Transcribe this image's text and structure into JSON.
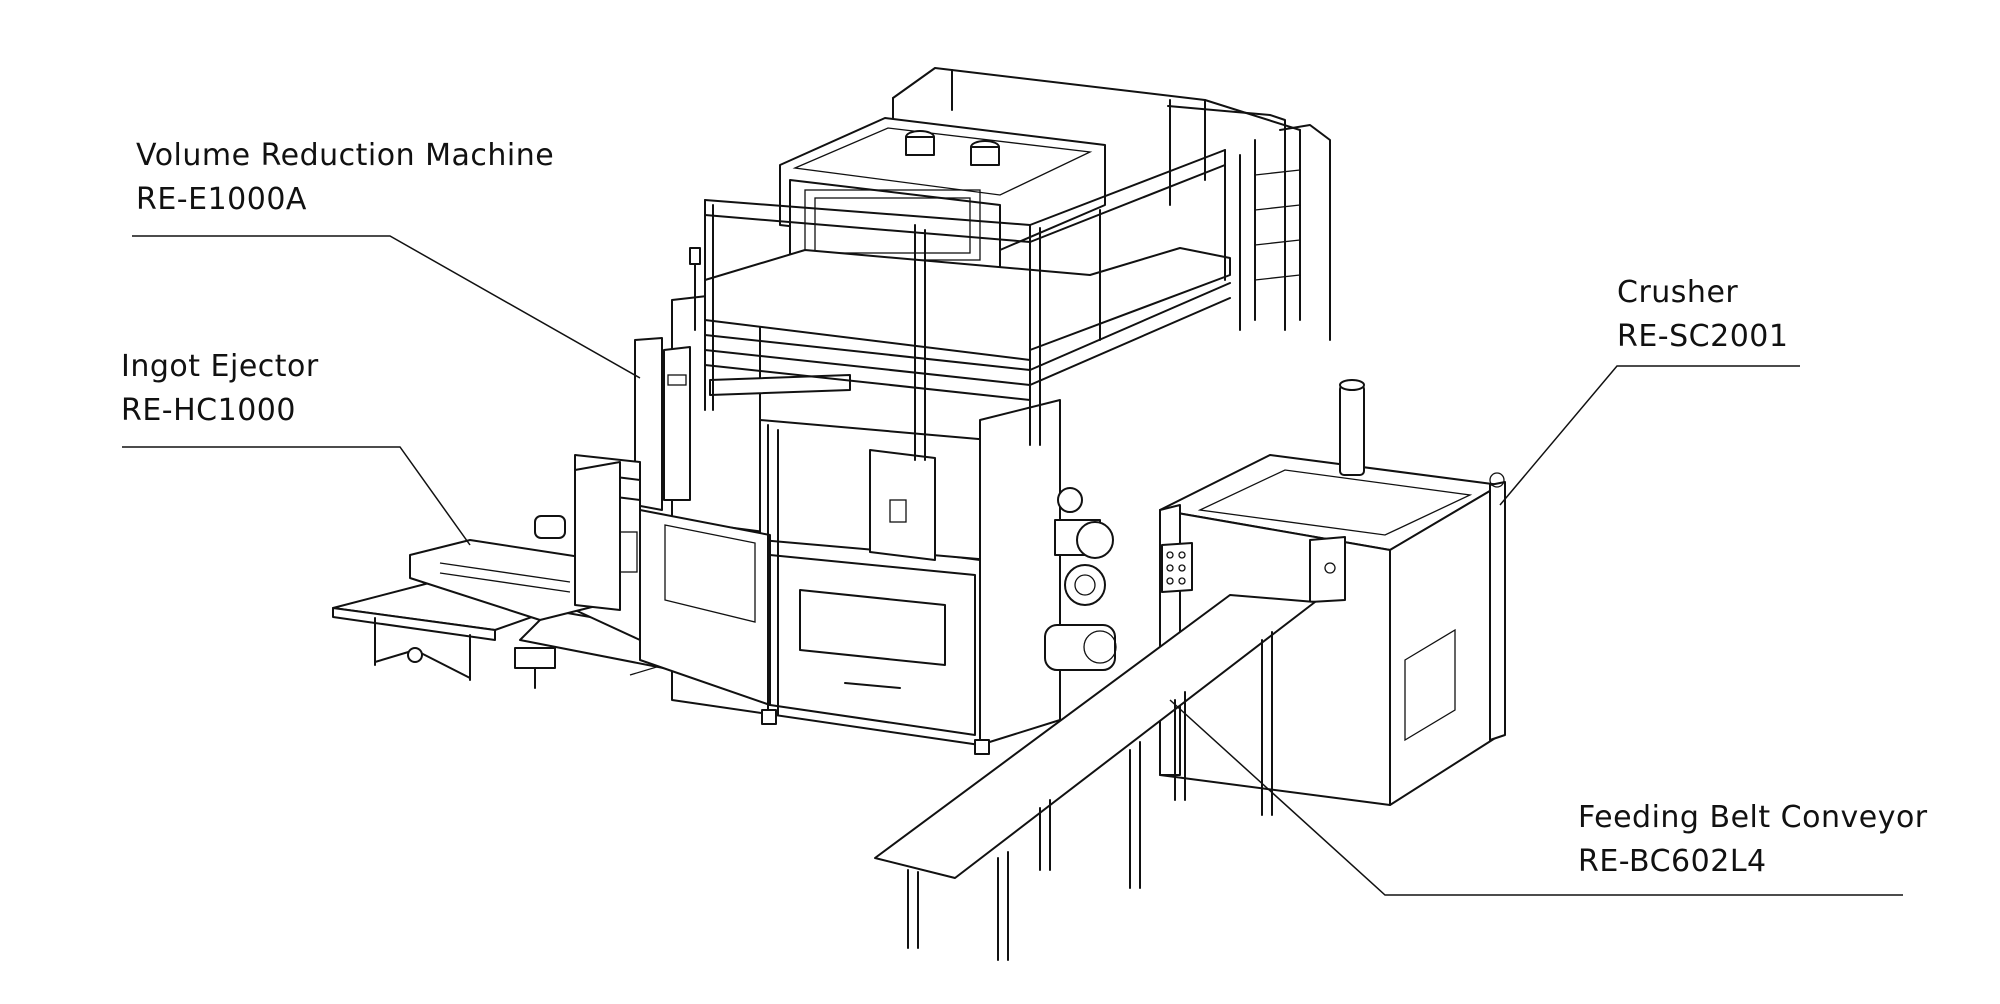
{
  "figure": {
    "callouts": [
      {
        "id": "volume-reduction-machine",
        "name": "Volume Reduction Machine",
        "model": "RE-E1000A"
      },
      {
        "id": "ingot-ejector",
        "name": "Ingot Ejector",
        "model": "RE-HC1000"
      },
      {
        "id": "crusher",
        "name": "Crusher",
        "model": "RE-SC2001"
      },
      {
        "id": "feeding-belt-conveyor",
        "name": "Feeding Belt Conveyor",
        "model": "RE-BC602L4"
      }
    ]
  }
}
